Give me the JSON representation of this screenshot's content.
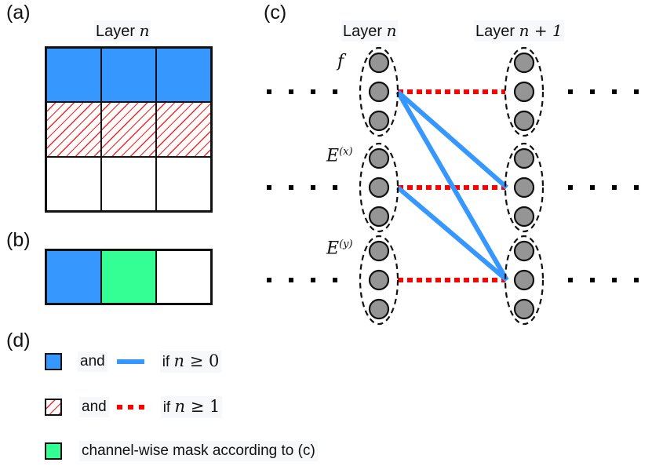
{
  "panels": {
    "a": {
      "label": "(a)",
      "title_text": "Layer ",
      "title_var": "n",
      "grid": {
        "rows": 3,
        "cols": 3,
        "row_types": [
          "blue",
          "hatch",
          "empty"
        ]
      }
    },
    "b": {
      "label": "(b)",
      "grid": {
        "rows": 1,
        "cols": 3,
        "cell_types": [
          "blue",
          "green",
          "empty"
        ]
      }
    },
    "c": {
      "label": "(c)",
      "layer_left_text": "Layer ",
      "layer_left_var": "n",
      "layer_right_text": "Layer ",
      "layer_right_var": "n + 1",
      "groups": [
        {
          "name": "f",
          "label": "f",
          "sup": ""
        },
        {
          "name": "E-x",
          "label": "E",
          "sup": "(x)"
        },
        {
          "name": "E-y",
          "label": "E",
          "sup": "(y)"
        }
      ],
      "nodes_per_group": 3,
      "red_dotted_links": [
        {
          "from_group": 0,
          "to_group": 0
        },
        {
          "from_group": 1,
          "to_group": 1
        },
        {
          "from_group": 2,
          "to_group": 2
        }
      ],
      "blue_links": [
        {
          "from_group": 0,
          "to_group": 1
        },
        {
          "from_group": 0,
          "to_group": 2
        },
        {
          "from_group": 1,
          "to_group": 2
        }
      ]
    },
    "d": {
      "label": "(d)",
      "rows": [
        {
          "swatch": "blue",
          "and": "and",
          "line": "solid-blue",
          "cond_text": "if ",
          "cond_var": "n",
          "cond_op": " ≥ ",
          "cond_val": "0"
        },
        {
          "swatch": "hatch",
          "and": "and",
          "line": "dotted-red",
          "cond_text": "if ",
          "cond_var": "n",
          "cond_op": " ≥ ",
          "cond_val": "1"
        },
        {
          "swatch": "green",
          "text": "channel-wise mask according to (c)"
        }
      ]
    }
  },
  "colors": {
    "blue": "#3597ff",
    "green": "#33ff95",
    "red": "#ff0000",
    "node_fill": "#959595",
    "stroke": "#111111"
  }
}
